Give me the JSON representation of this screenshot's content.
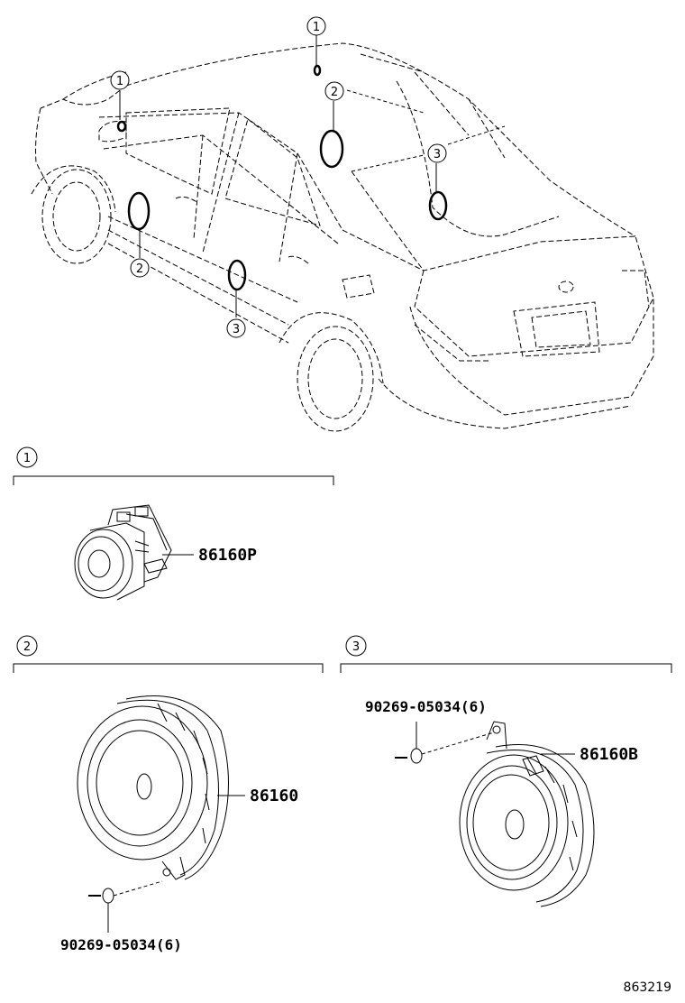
{
  "callouts": {
    "c1": "1",
    "c2": "2",
    "c3": "3"
  },
  "sections": [
    {
      "id": "1",
      "parts": [
        "86160P"
      ]
    },
    {
      "id": "2",
      "parts": [
        "86160",
        "90269-05034(6)"
      ]
    },
    {
      "id": "3",
      "parts": [
        "86160B",
        "90269-05034(6)"
      ]
    }
  ],
  "diagram_ref": "863219"
}
